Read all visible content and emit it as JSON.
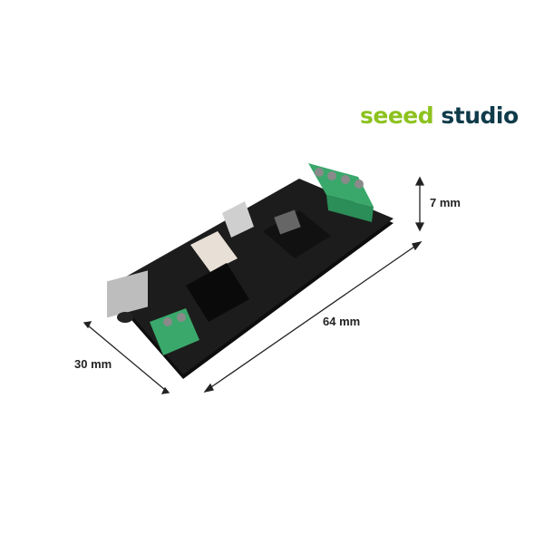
{
  "logo": {
    "part1": "seeed",
    "part2": "studio",
    "colors": {
      "green": "#8dc21f",
      "dark": "#0f3b4a"
    }
  },
  "dimensions": {
    "height": "7 mm",
    "length": "64 mm",
    "width": "30 mm"
  },
  "board": {
    "color": "#1a1a1a",
    "terminal_color": "#3aa86b"
  }
}
